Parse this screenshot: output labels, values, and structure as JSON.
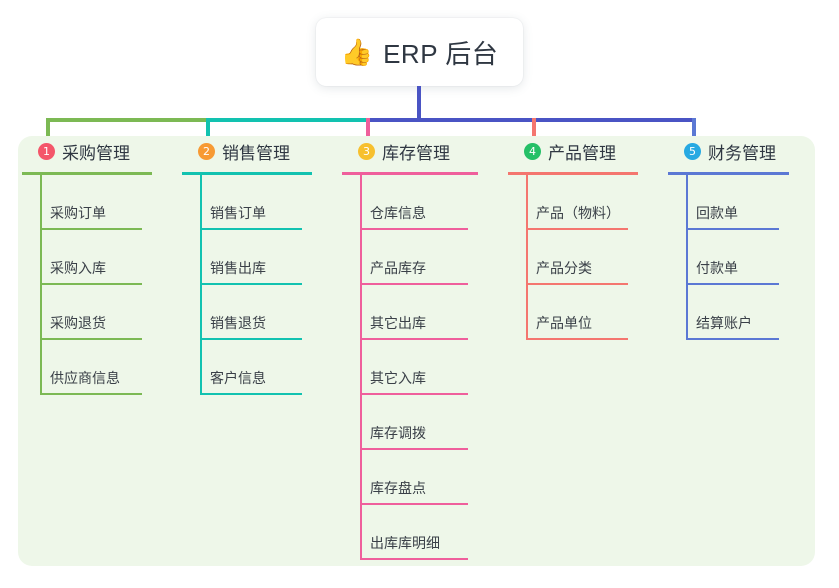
{
  "header": {
    "emoji": "👍",
    "emoji_name": "thumbs-up-icon",
    "title": "ERP 后台"
  },
  "theme": {
    "panel_bg": "#eef7e9",
    "page_bg": "#ffffff",
    "text": "#2f3742",
    "stem_color": "#4a54c4"
  },
  "columns": [
    {
      "number": "1",
      "title": "采购管理",
      "badge_color": "#f4566a",
      "line_color": "#7cb954",
      "items": [
        {
          "label": "采购订单"
        },
        {
          "label": "采购入库"
        },
        {
          "label": "采购退货"
        },
        {
          "label": "供应商信息"
        }
      ]
    },
    {
      "number": "2",
      "title": "销售管理",
      "badge_color": "#f79a34",
      "line_color": "#12c2b0",
      "items": [
        {
          "label": "销售订单"
        },
        {
          "label": "销售出库"
        },
        {
          "label": "销售退货"
        },
        {
          "label": "客户信息"
        }
      ]
    },
    {
      "number": "3",
      "title": "库存管理",
      "badge_color": "#f7c02e",
      "line_color": "#ef5f9c",
      "items": [
        {
          "label": "仓库信息"
        },
        {
          "label": "产品库存"
        },
        {
          "label": "其它出库"
        },
        {
          "label": "其它入库"
        },
        {
          "label": "库存调拨"
        },
        {
          "label": "库存盘点"
        },
        {
          "label": "出库库明细"
        }
      ]
    },
    {
      "number": "4",
      "title": "产品管理",
      "badge_color": "#25c067",
      "line_color": "#f4766f",
      "items": [
        {
          "label": "产品（物料）"
        },
        {
          "label": "产品分类"
        },
        {
          "label": "产品单位"
        }
      ]
    },
    {
      "number": "5",
      "title": "财务管理",
      "badge_color": "#27a9e2",
      "line_color": "#5b78d4",
      "items": [
        {
          "label": "回款单"
        },
        {
          "label": "付款单"
        },
        {
          "label": "结算账户"
        }
      ]
    }
  ]
}
